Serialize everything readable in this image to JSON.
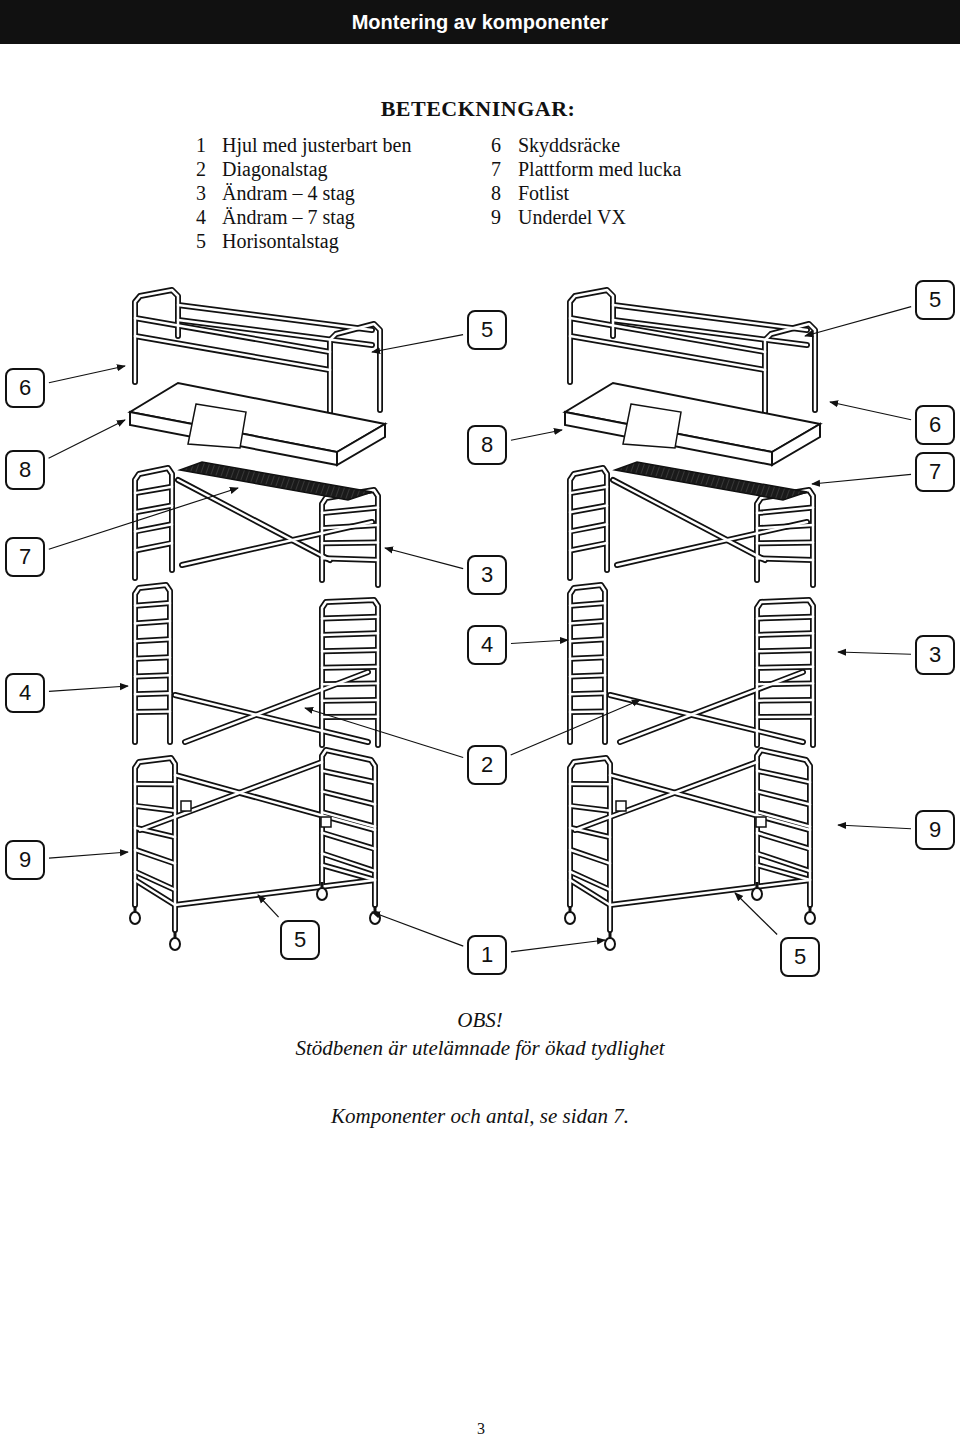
{
  "diagram": {
    "title": "Montering av komponenter",
    "nodes": [
      {
        "text": [
          "5"
        ]
      },
      {
        "text": [
          "5"
        ]
      },
      {
        "text": [
          "6"
        ]
      },
      {
        "text": [
          "6"
        ]
      },
      {
        "text": [
          "8"
        ]
      },
      {
        "text": [
          "8"
        ]
      },
      {
        "text": [
          "7"
        ]
      },
      {
        "text": [
          "7"
        ]
      },
      {
        "text": [
          "3"
        ]
      },
      {
        "text": [
          "4"
        ]
      },
      {
        "text": [
          "3"
        ]
      },
      {
        "text": [
          "4"
        ]
      },
      {
        "text": [
          "2"
        ]
      },
      {
        "text": [
          "9"
        ]
      },
      {
        "text": [
          "9"
        ]
      },
      {
        "text": [
          "5"
        ]
      },
      {
        "text": [
          "1"
        ]
      },
      {
        "text": [
          "5"
        ]
      }
    ],
    "labels": [
      "BETECKNINGAR:",
      "1",
      "Hjul med justerbart ben",
      "6",
      "Skyddsräcke",
      "2",
      "Diagonalstag",
      "7",
      "Plattform med lucka",
      "3",
      "Ändram – 4 stag",
      "8",
      "Fotlist",
      "4",
      "Ändram – 7 stag",
      "9",
      "Underdel VX",
      "5",
      "Horisontalstag",
      "OBS!",
      "Stödbenen är utelämnade för ökad tydlighet",
      "Komponenter och antal, se sidan 7.",
      "3"
    ]
  }
}
